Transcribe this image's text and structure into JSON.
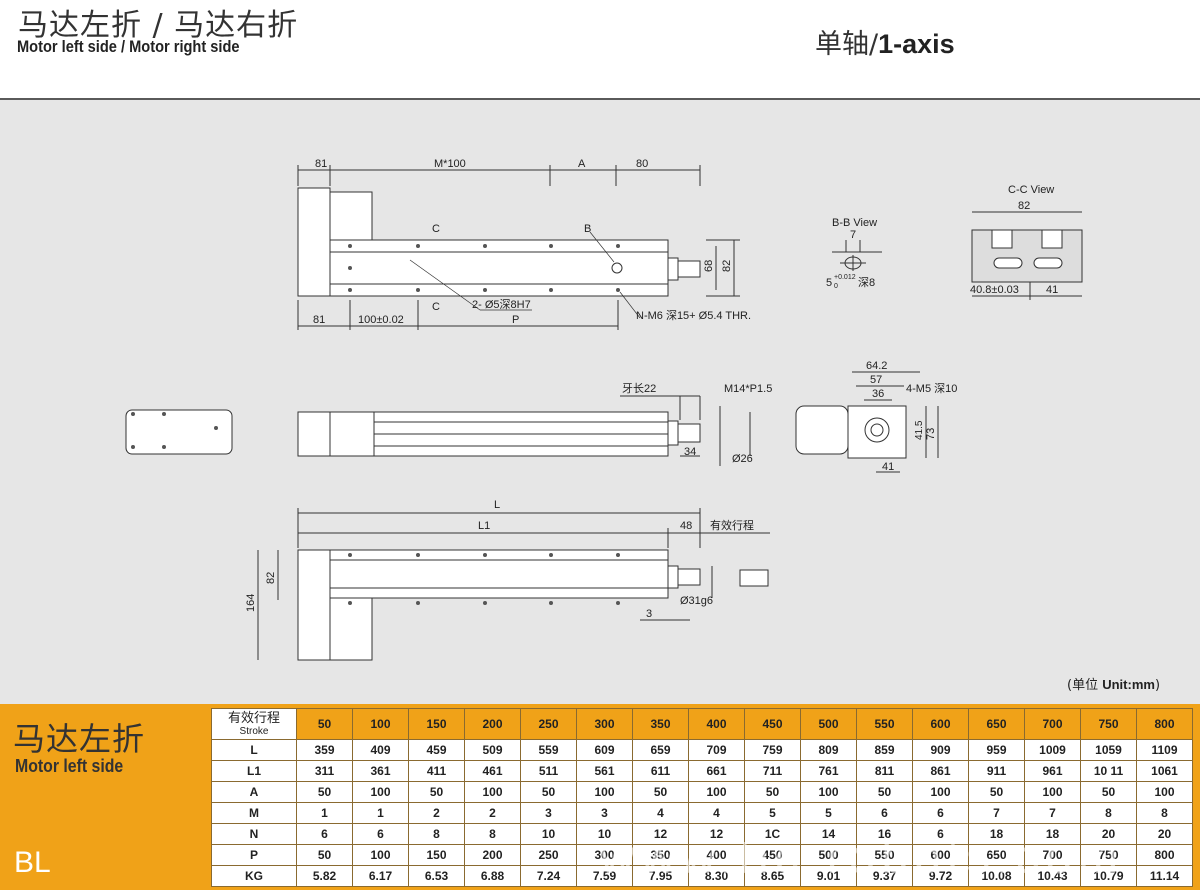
{
  "header": {
    "title_cn": "马达左折 / 马达右折",
    "title_en": "Motor left side / Motor right side",
    "axis_cn": "单轴/",
    "axis_en": "1-axis"
  },
  "drawing": {
    "top_dims": {
      "d81": "81",
      "m100": "M*100",
      "a": "A",
      "d80": "80"
    },
    "labels": {
      "c_top": "C",
      "c_bottom": "C",
      "b": "B",
      "hole": "2- Ø5深8H7",
      "thread": "N-M6 深15+ Ø5.4 THR.",
      "d68": "68",
      "d82": "82",
      "d81b": "81",
      "d100": "100±0.02",
      "p": "P"
    },
    "bb_view": {
      "title": "B-B View",
      "d7": "7",
      "tol": "5",
      "tol_sup": "+0.012",
      "tol_sub": "0",
      "depth": "深8"
    },
    "cc_view": {
      "title": "C-C View",
      "d82": "82",
      "d408": "40.8±0.03",
      "d41": "41"
    },
    "side": {
      "thread_len": "牙长22",
      "thread": "M14*P1.5",
      "d34": "34",
      "dia26": "Ø26"
    },
    "end_view": {
      "d642": "64.2",
      "d57": "57",
      "d36": "36",
      "holes": "4-M5 深10",
      "d415": "41.5",
      "d73": "73",
      "d41": "41"
    },
    "bottom": {
      "l": "L",
      "l1": "L1",
      "d48": "48",
      "stroke": "有效行程",
      "d82": "82",
      "d164": "164",
      "dia31": "Ø31g6",
      "d3": "3"
    },
    "unit_cn": "(单位 ",
    "unit_en": "Unit:mm",
    "unit_close": ")"
  },
  "table": {
    "left_cn": "马达左折",
    "left_en": "Motor left side",
    "left_code": "BL",
    "head_cn": "有效行程",
    "head_en": "Stroke",
    "strokes": [
      "50",
      "100",
      "150",
      "200",
      "250",
      "300",
      "350",
      "400",
      "450",
      "500",
      "550",
      "600",
      "650",
      "700",
      "750",
      "800"
    ],
    "rows": [
      {
        "label": "L",
        "values": [
          "359",
          "409",
          "459",
          "509",
          "559",
          "609",
          "659",
          "709",
          "759",
          "809",
          "859",
          "909",
          "959",
          "1009",
          "1059",
          "1109"
        ]
      },
      {
        "label": "L1",
        "values": [
          "311",
          "361",
          "411",
          "461",
          "511",
          "561",
          "611",
          "661",
          "711",
          "761",
          "811",
          "861",
          "911",
          "961",
          "10 11",
          "1061"
        ]
      },
      {
        "label": "A",
        "values": [
          "50",
          "100",
          "50",
          "100",
          "50",
          "100",
          "50",
          "100",
          "50",
          "100",
          "50",
          "100",
          "50",
          "100",
          "50",
          "100"
        ]
      },
      {
        "label": "M",
        "values": [
          "1",
          "1",
          "2",
          "2",
          "3",
          "3",
          "4",
          "4",
          "5",
          "5",
          "6",
          "6",
          "7",
          "7",
          "8",
          "8"
        ]
      },
      {
        "label": "N",
        "values": [
          "6",
          "6",
          "8",
          "8",
          "10",
          "10",
          "12",
          "12",
          "1C",
          "14",
          "16",
          "6",
          "18",
          "18",
          "20",
          "20"
        ]
      },
      {
        "label": "P",
        "values": [
          "50",
          "100",
          "150",
          "200",
          "250",
          "300",
          "350",
          "400",
          "450",
          "500",
          "550",
          "600",
          "650",
          "700",
          "750",
          "800"
        ]
      },
      {
        "label": "KG",
        "values": [
          "5.82",
          "6.17",
          "6.53",
          "6.88",
          "7.24",
          "7.59",
          "7.95",
          "8.30",
          "8.65",
          "9.01",
          "9.37",
          "9.72",
          "10.08",
          "10.43",
          "10.79",
          "11.14"
        ]
      }
    ]
  },
  "watermark": "www.tic-robots.com"
}
